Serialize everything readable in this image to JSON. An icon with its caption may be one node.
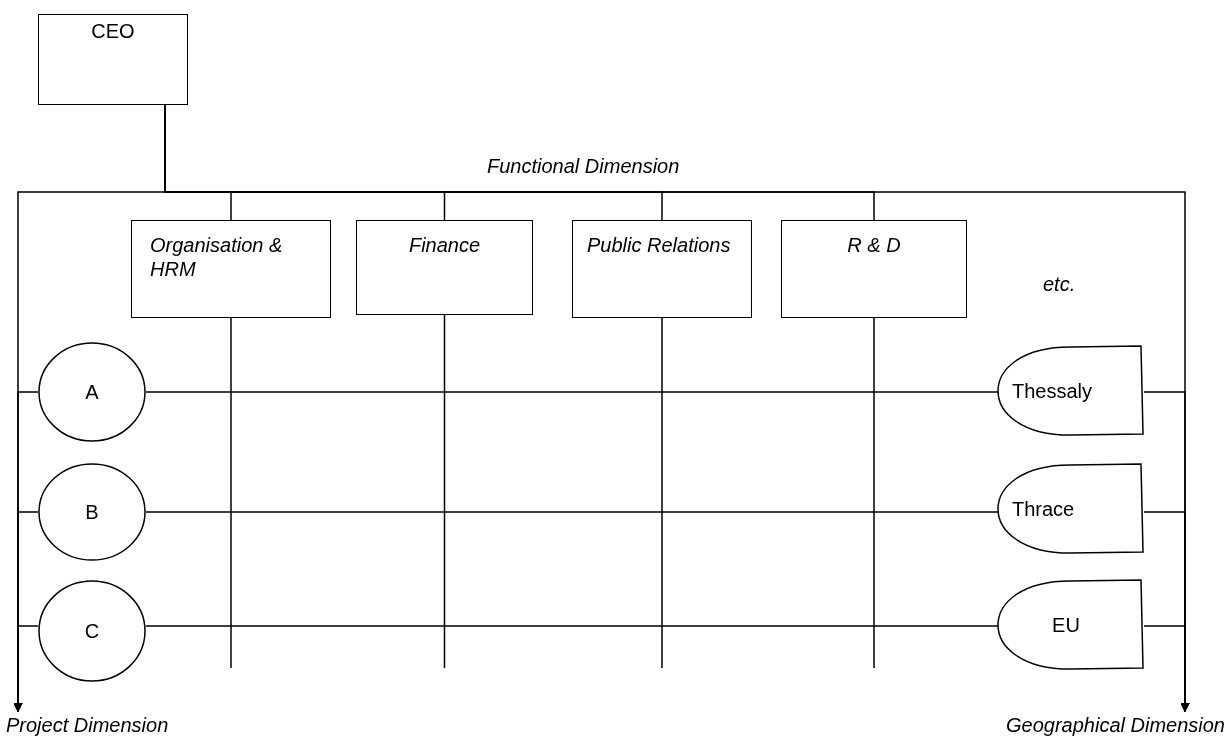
{
  "diagram": {
    "nodes": [
      {
        "text": [
          "CEO"
        ]
      },
      {
        "text": [
          "Organisation & HRM"
        ]
      },
      {
        "text": [
          "Finance"
        ]
      },
      {
        "text": [
          "Public Relations"
        ]
      },
      {
        "text": [
          "R & D"
        ]
      },
      {
        "text": [
          "A"
        ]
      },
      {
        "text": [
          "B"
        ]
      },
      {
        "text": [
          "C"
        ]
      },
      {
        "text": [
          "Thessaly"
        ]
      },
      {
        "text": [
          "Thrace"
        ]
      },
      {
        "text": [
          "EU"
        ]
      },
      {
        "text": [
          "Project Dimension"
        ]
      },
      {
        "text": [
          "Geographical Dimension"
        ]
      }
    ],
    "edges": [
      {
        "from": 0,
        "to": 1,
        "arrow": "none"
      },
      {
        "from": 0,
        "to": 2,
        "arrow": "none"
      },
      {
        "from": 0,
        "to": 3,
        "arrow": "none"
      },
      {
        "from": 0,
        "to": 4,
        "arrow": "none"
      },
      {
        "from": 0,
        "to": 11,
        "arrow": "to"
      },
      {
        "from": 0,
        "to": 12,
        "arrow": "to"
      },
      {
        "from": 1,
        "to": null,
        "arrow": "none"
      },
      {
        "from": 2,
        "to": null,
        "arrow": "none"
      },
      {
        "from": 3,
        "to": null,
        "arrow": "none"
      },
      {
        "from": 4,
        "to": null,
        "arrow": "none"
      },
      {
        "from": 5,
        "to": 8,
        "arrow": "none"
      },
      {
        "from": 6,
        "to": 9,
        "arrow": "none"
      },
      {
        "from": 7,
        "to": 10,
        "arrow": "none"
      },
      {
        "from": 5,
        "to": 11,
        "arrow": "to"
      },
      {
        "from": 6,
        "to": 11,
        "arrow": "to"
      },
      {
        "from": 7,
        "to": 11,
        "arrow": "to"
      },
      {
        "from": 8,
        "to": 12,
        "arrow": "to"
      },
      {
        "from": 9,
        "to": 12,
        "arrow": "to"
      },
      {
        "from": 10,
        "to": 12,
        "arrow": "to"
      }
    ],
    "labels": [
      "Functional Dimension",
      "etc."
    ]
  }
}
